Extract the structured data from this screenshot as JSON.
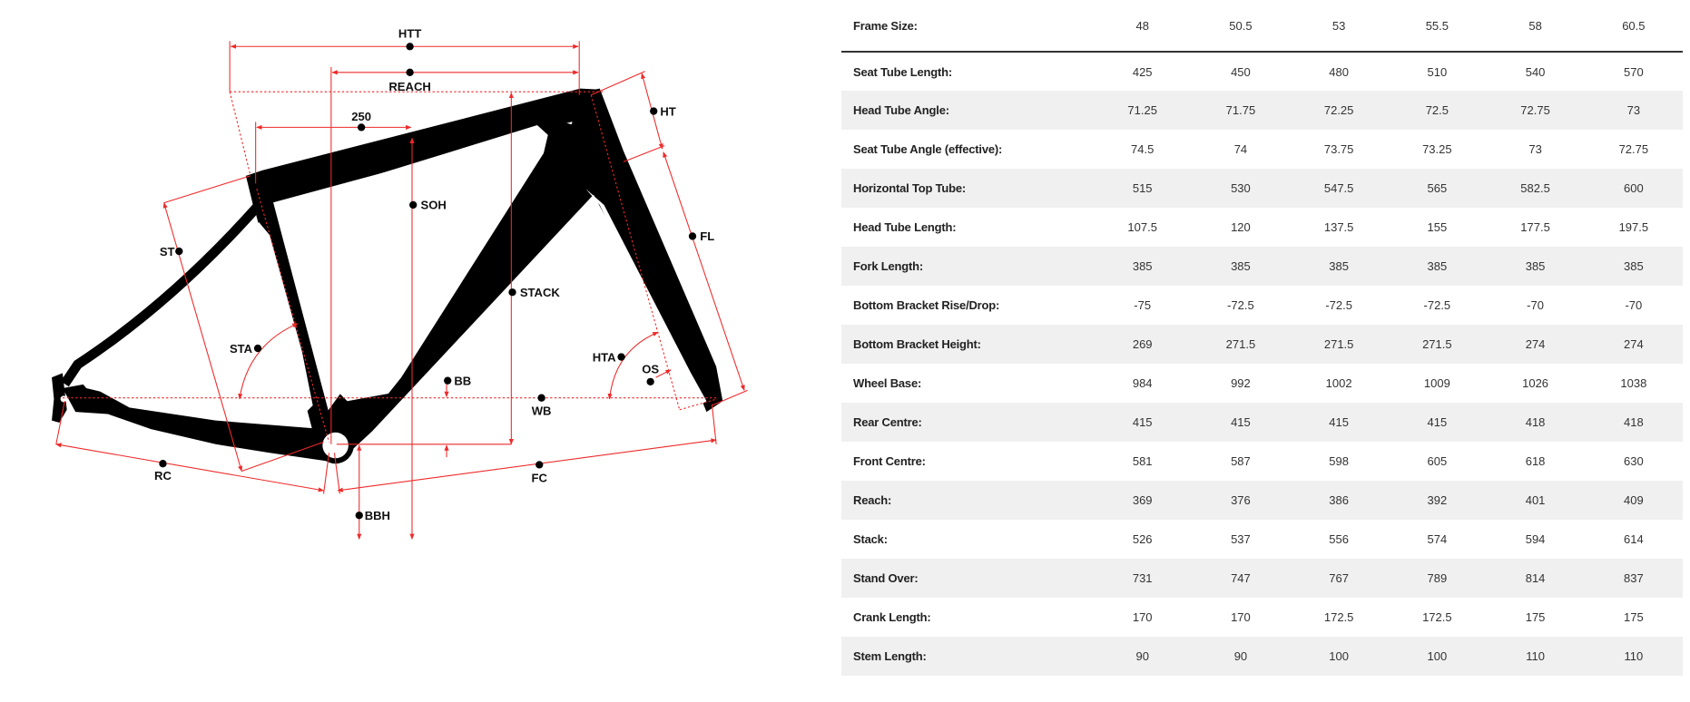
{
  "diagram": {
    "labels": {
      "htt": "HTT",
      "reach": "REACH",
      "d250": "250",
      "soh": "SOH",
      "ht": "HT",
      "fl": "FL",
      "st": "ST",
      "stack": "STACK",
      "sta": "STA",
      "hta": "HTA",
      "os": "OS",
      "bb": "BB",
      "wb": "WB",
      "rc": "RC",
      "fc": "FC",
      "bbh": "BBH"
    },
    "colors": {
      "annotation": "#ee2a2a",
      "frame": "#000000"
    }
  },
  "table": {
    "header": {
      "label": "Frame Size:",
      "sizes": [
        "48",
        "50.5",
        "53",
        "55.5",
        "58",
        "60.5"
      ]
    },
    "rows": [
      {
        "label": "Seat Tube Length:",
        "values": [
          "425",
          "450",
          "480",
          "510",
          "540",
          "570"
        ]
      },
      {
        "label": "Head Tube Angle:",
        "values": [
          "71.25",
          "71.75",
          "72.25",
          "72.5",
          "72.75",
          "73"
        ]
      },
      {
        "label": "Seat Tube Angle (effective):",
        "values": [
          "74.5",
          "74",
          "73.75",
          "73.25",
          "73",
          "72.75"
        ]
      },
      {
        "label": "Horizontal Top Tube:",
        "values": [
          "515",
          "530",
          "547.5",
          "565",
          "582.5",
          "600"
        ]
      },
      {
        "label": "Head Tube Length:",
        "values": [
          "107.5",
          "120",
          "137.5",
          "155",
          "177.5",
          "197.5"
        ]
      },
      {
        "label": "Fork Length:",
        "values": [
          "385",
          "385",
          "385",
          "385",
          "385",
          "385"
        ]
      },
      {
        "label": "Bottom Bracket Rise/Drop:",
        "values": [
          "-75",
          "-72.5",
          "-72.5",
          "-72.5",
          "-70",
          "-70"
        ]
      },
      {
        "label": "Bottom Bracket Height:",
        "values": [
          "269",
          "271.5",
          "271.5",
          "271.5",
          "274",
          "274"
        ]
      },
      {
        "label": "Wheel Base:",
        "values": [
          "984",
          "992",
          "1002",
          "1009",
          "1026",
          "1038"
        ]
      },
      {
        "label": "Rear Centre:",
        "values": [
          "415",
          "415",
          "415",
          "415",
          "418",
          "418"
        ]
      },
      {
        "label": "Front Centre:",
        "values": [
          "581",
          "587",
          "598",
          "605",
          "618",
          "630"
        ]
      },
      {
        "label": "Reach:",
        "values": [
          "369",
          "376",
          "386",
          "392",
          "401",
          "409"
        ]
      },
      {
        "label": "Stack:",
        "values": [
          "526",
          "537",
          "556",
          "574",
          "594",
          "614"
        ]
      },
      {
        "label": "Stand Over:",
        "values": [
          "731",
          "747",
          "767",
          "789",
          "814",
          "837"
        ]
      },
      {
        "label": "Crank Length:",
        "values": [
          "170",
          "170",
          "172.5",
          "172.5",
          "175",
          "175"
        ]
      },
      {
        "label": "Stem Length:",
        "values": [
          "90",
          "90",
          "100",
          "100",
          "110",
          "110"
        ]
      }
    ]
  }
}
